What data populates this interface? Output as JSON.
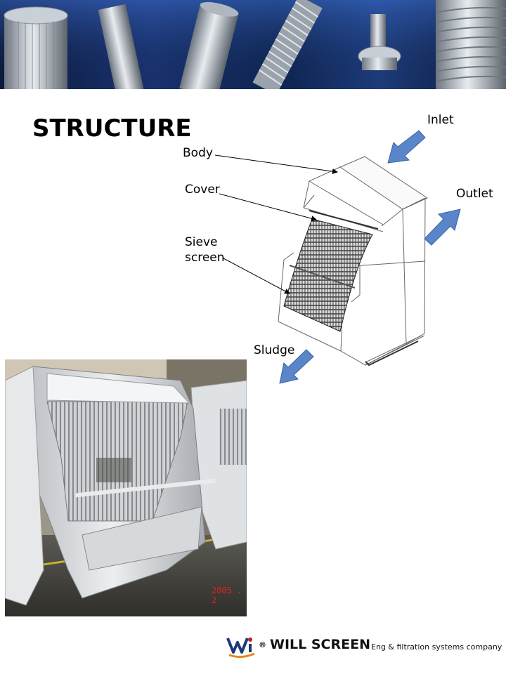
{
  "slide": {
    "title": "STRUCTURE"
  },
  "diagram": {
    "labels": {
      "inlet": "Inlet",
      "outlet": "Outlet",
      "sludge": "Sludge",
      "body": "Body",
      "cover": "Cover",
      "sieve_screen_line1": "Sieve",
      "sieve_screen_line2": "screen"
    },
    "arrow_color": "#5a85c8"
  },
  "photo": {
    "date_stamp": "2005 . 2"
  },
  "footer": {
    "registered_mark": "®",
    "brand_name": "WILL SCREEN",
    "tagline": "Eng & filtration systems company"
  }
}
